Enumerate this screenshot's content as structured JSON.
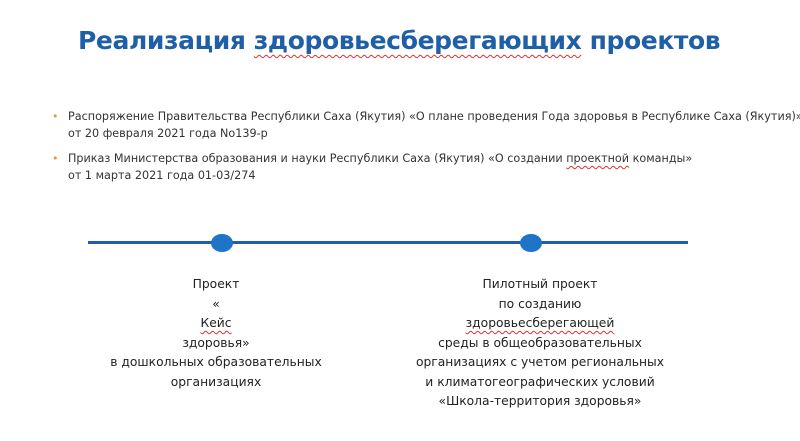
{
  "title": {
    "part1": "Реализация",
    "part2": "здоровьесберегающих",
    "part3": "проектов"
  },
  "bullets": [
    {
      "line1": "Распоряжение  Правительства  Республики Саха (Якутия) «О плане проведения Года здоровья в Республике Саха (Якутия)»",
      "line2": "от 20 февраля 2021 года No139-р"
    },
    {
      "line1_pre": "Приказ Министерства образования  и науки Республики Саха (Якутия) «О создании ",
      "line1_spell": "проектной",
      "line1_post": " команды»",
      "line2": "от  1 марта 2021 года 01-03/274"
    }
  ],
  "bullet_symbol": "•",
  "colors": {
    "title": "#1f5fa8",
    "timeline": "#1f5fa8",
    "dot": "#1f74c8",
    "bullet": "#e8963a"
  },
  "projects": [
    {
      "lines": [
        "Проект",
        "«Кейс здоровья»",
        "в дошкольных образовательных",
        "организациях"
      ]
    },
    {
      "lines": [
        "Пилотный проект",
        "по созданию здоровьесберегающей",
        "среды в общеобразовательных",
        "организациях с учетом региональных",
        "и климатогеографических условий",
        "«Школа-территория здоровья»"
      ]
    }
  ]
}
